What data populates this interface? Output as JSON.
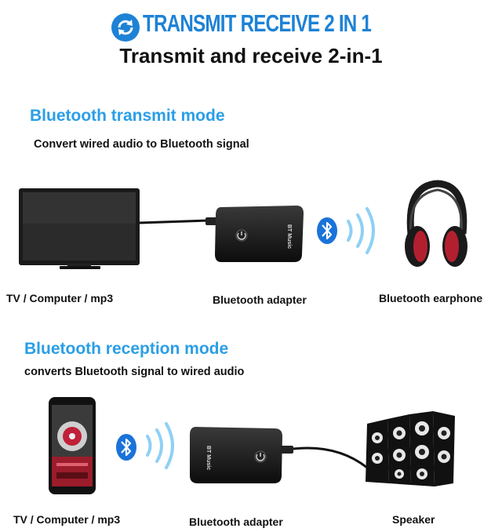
{
  "header": {
    "banner_title": "TRANSMIT RECEIVE 2 IN 1",
    "subtitle": "Transmit and receive 2-in-1",
    "accent_color": "#1d82d6"
  },
  "transmit": {
    "title": "Bluetooth transmit mode",
    "description": "Convert wired audio to Bluetooth signal",
    "source_label": "TV / Computer / mp3",
    "adapter_label": "Bluetooth adapter",
    "adapter_text": "BT Music",
    "target_label": "Bluetooth earphone"
  },
  "receive": {
    "title": "Bluetooth reception mode",
    "description": "converts Bluetooth signal to wired audio",
    "source_label": "TV / Computer / mp3",
    "adapter_label": "Bluetooth adapter",
    "adapter_text": "BT Music",
    "target_label": "Speaker"
  },
  "icons": [
    "refresh-icon",
    "bluetooth-icon",
    "signal-waves-icon",
    "power-icon"
  ],
  "colors": {
    "mode_title": "#2a9ee6",
    "bluetooth": "#1a73d9",
    "signal": "#8fd0f5"
  }
}
